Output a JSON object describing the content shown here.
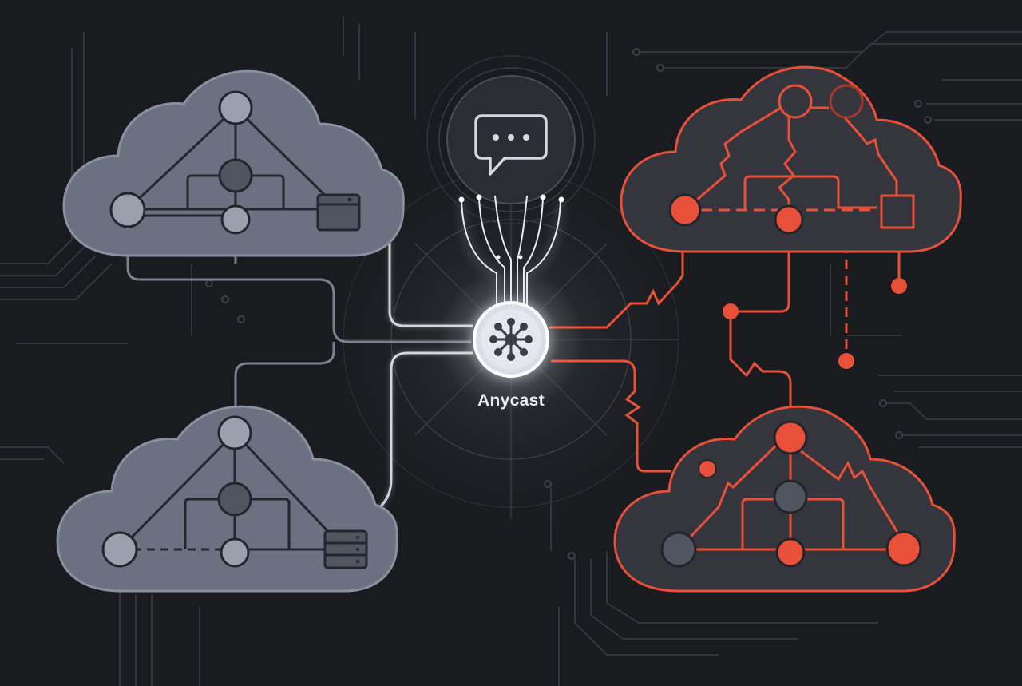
{
  "hub": {
    "label": "Anycast",
    "icon": "network-hub-icon"
  },
  "message_icon": "chat-bubble-icon",
  "clouds": [
    {
      "id": "cloud-top-left",
      "status": "healthy"
    },
    {
      "id": "cloud-bottom-left",
      "status": "healthy"
    },
    {
      "id": "cloud-top-right",
      "status": "failing"
    },
    {
      "id": "cloud-bottom-right",
      "status": "failing"
    }
  ],
  "colors": {
    "background": "#1a1b1f",
    "healthy_fill": "#6b7180",
    "healthy_stroke": "#2a2d35",
    "failing_stroke": "#e8503a",
    "failing_fill": "#35363d",
    "glow": "#ffffff"
  }
}
